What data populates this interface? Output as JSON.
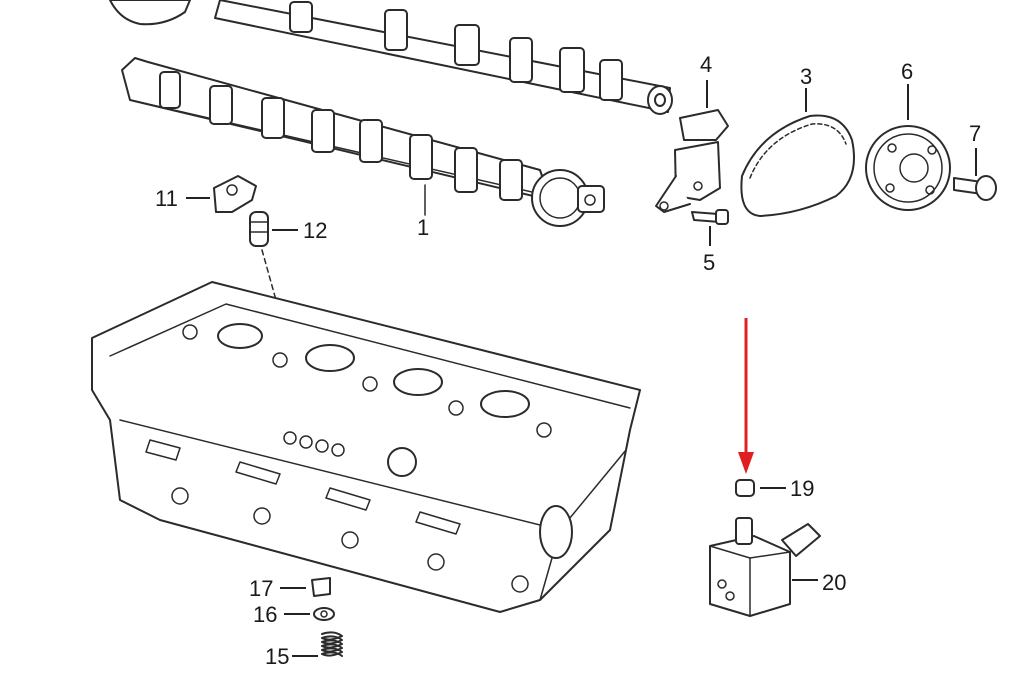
{
  "diagram": {
    "callouts": [
      "1",
      "3",
      "4",
      "5",
      "6",
      "7",
      "11",
      "12",
      "15",
      "16",
      "17",
      "19",
      "20"
    ],
    "highlight_color": "#e02020",
    "line_color": "#2b2b2b"
  }
}
